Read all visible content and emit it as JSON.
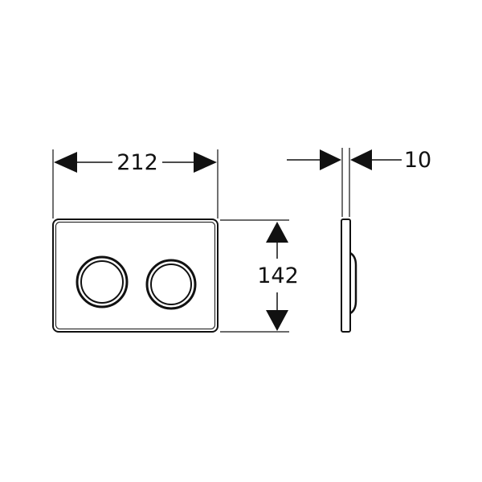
{
  "dimensions": {
    "width": "212",
    "height": "142",
    "depth": "10"
  },
  "colors": {
    "line": "#111111",
    "background": "#ffffff"
  }
}
